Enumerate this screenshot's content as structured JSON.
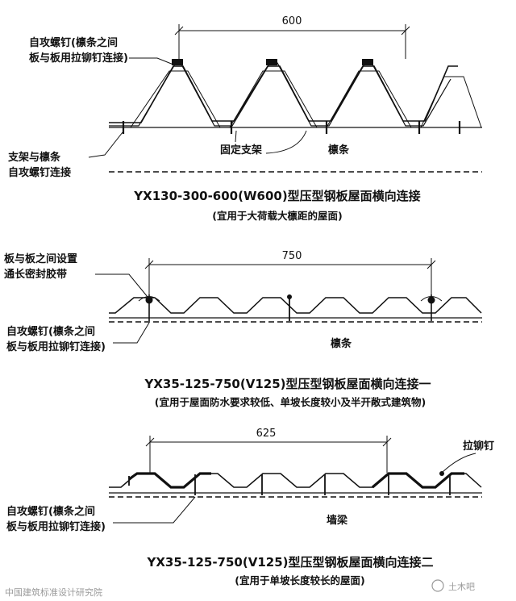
{
  "sections": [
    {
      "dimension": "600",
      "label_fastener_lines": [
        "自攻螺钉(檩条之间",
        "板与板用拉铆钉连接)"
      ],
      "label_bracket_lines": [
        "支架与檩条",
        "自攻螺钉连接"
      ],
      "label_fixed_support": "固定支架",
      "label_purlin": "檩条",
      "title": "YX130-300-600(W600)型压型钢板屋面横向连接",
      "note": "(宜用于大荷载大檩距的屋面)"
    },
    {
      "dimension": "750",
      "label_seal_lines": [
        "板与板之间设置",
        "通长密封胶带"
      ],
      "label_fastener_lines": [
        "自攻螺钉(檩条之间",
        "板与板用拉铆钉连接)"
      ],
      "label_purlin": "檩条",
      "title": "YX35-125-750(V125)型压型钢板屋面横向连接一",
      "note": "(宜用于屋面防水要求较低、单坡长度较小及半开敞式建筑物)"
    },
    {
      "dimension": "625",
      "label_rivet": "拉铆钉",
      "label_fastener_lines": [
        "自攻螺钉(檩条之间",
        "板与板用拉铆钉连接)"
      ],
      "label_wall_beam": "墙梁",
      "title": "YX35-125-750(V125)型压型钢板屋面横向连接二",
      "note": "(宜用于单坡长度较长的屋面)"
    }
  ],
  "watermarks": {
    "left": "中国建筑标准设计研究院",
    "right": "土木吧"
  }
}
